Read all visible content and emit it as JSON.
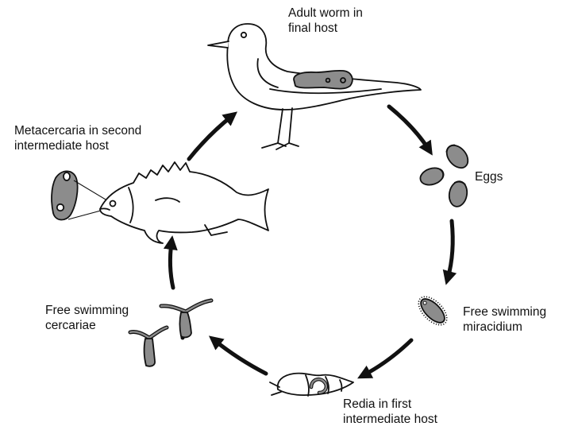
{
  "diagram": {
    "stages": [
      {
        "id": "adult",
        "lines": [
          "Adult worm in",
          "final host"
        ]
      },
      {
        "id": "eggs",
        "lines": [
          "Eggs"
        ]
      },
      {
        "id": "miracidium",
        "lines": [
          "Free swimming",
          "miracidium"
        ]
      },
      {
        "id": "redia",
        "lines": [
          "Redia in first",
          "intermediate host"
        ]
      },
      {
        "id": "cercariae",
        "lines": [
          "Free swimming",
          "cercariae"
        ]
      },
      {
        "id": "metacercaria",
        "lines": [
          "Metacercaria in second",
          "intermediate host"
        ]
      }
    ],
    "colors": {
      "ink": "#111111",
      "parasite_fill": "#8c8c8c",
      "background": "#ffffff"
    },
    "icons": [
      "seagull-icon",
      "egg-icon",
      "miracidium-icon",
      "snail-icon",
      "cercaria-icon",
      "fish-icon",
      "metacercaria-cyst-icon",
      "cycle-arrow-icon"
    ]
  }
}
